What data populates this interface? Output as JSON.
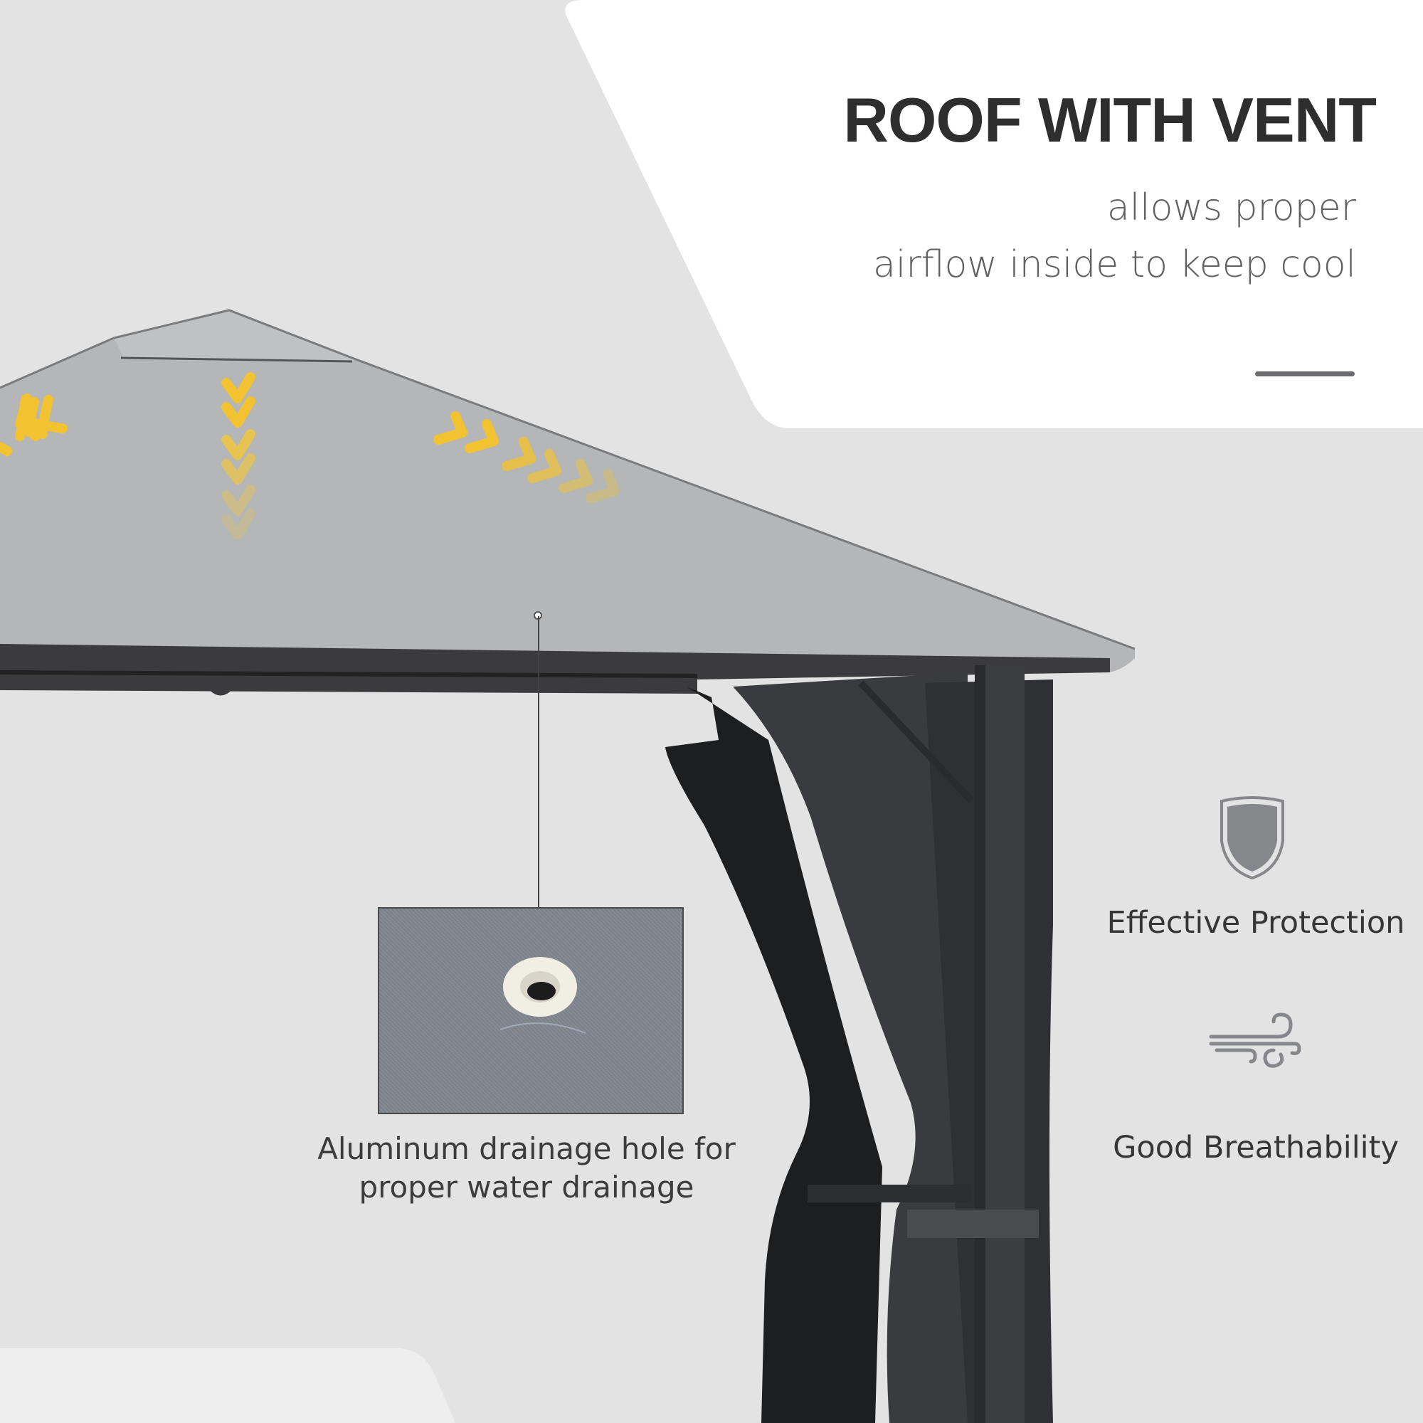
{
  "header": {
    "title": "ROOF WITH VENT",
    "subtitle_line1": "allows proper",
    "subtitle_line2": "airflow inside to keep cool"
  },
  "callout": {
    "caption_line1": "Aluminum drainage hole for",
    "caption_line2": "proper water drainage"
  },
  "features": [
    {
      "icon": "shield-icon",
      "label": "Effective Protection"
    },
    {
      "icon": "wind-icon",
      "label": "Good Breathability"
    }
  ],
  "colors": {
    "background": "#e3e3e3",
    "card": "#ffffff",
    "title": "#2e2e2e",
    "subtitle": "#606060",
    "accent_bar": "#6b6b70",
    "arrow": "#f2c230",
    "canopy": "#b4b6b8",
    "curtain": "#2f3033",
    "icon": "#86878b"
  }
}
